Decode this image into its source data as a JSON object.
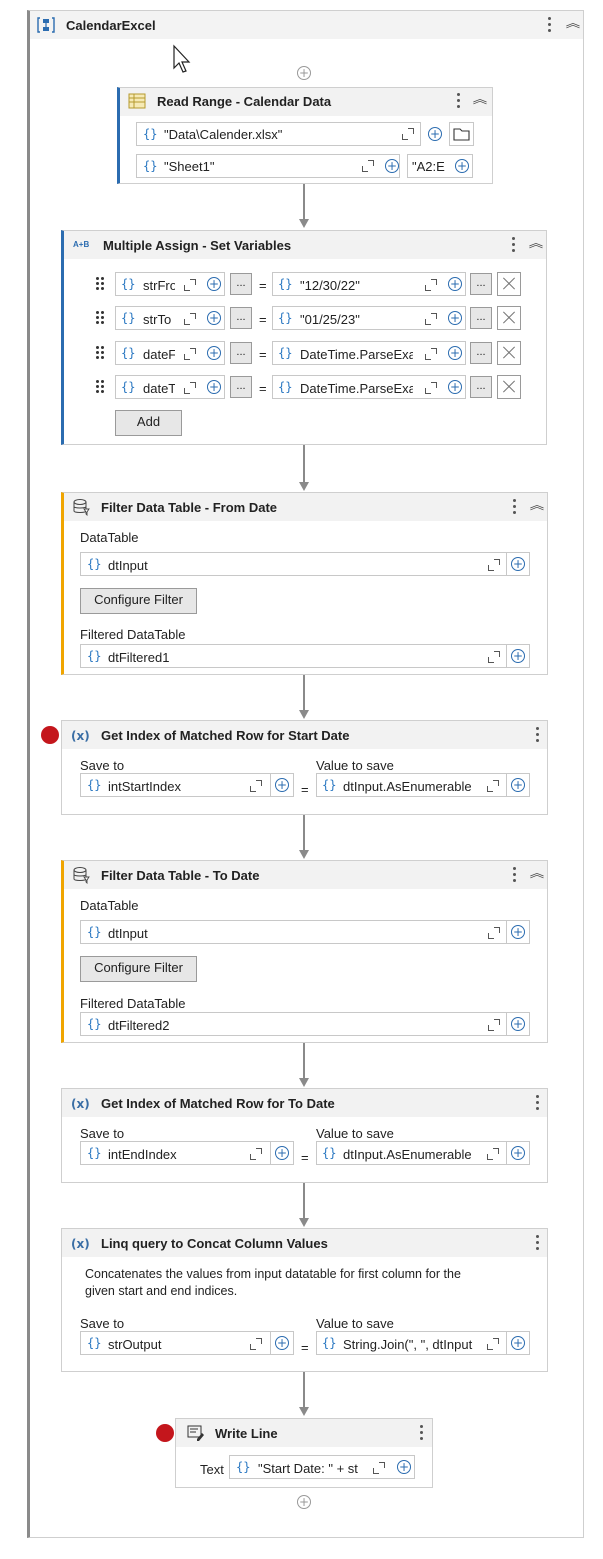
{
  "sequence": {
    "title": "CalendarExcel"
  },
  "read_range": {
    "title": "Read Range - Calendar Data",
    "workbook_path": "\"Data\\Calender.xlsx\"",
    "sheet_name": "\"Sheet1\"",
    "range": "\"A2:E"
  },
  "multiple_assign": {
    "title": "Multiple Assign - Set Variables",
    "icon_text": "A+B",
    "rows": [
      {
        "to": "strFro",
        "value": "\"12/30/22\""
      },
      {
        "to": "strTo",
        "value": "\"01/25/23\""
      },
      {
        "to": "dateF",
        "value": "DateTime.ParseExac"
      },
      {
        "to": "dateT",
        "value": "DateTime.ParseExac"
      }
    ],
    "add_label": "Add",
    "ellipsis": "...",
    "equals": "="
  },
  "filter_from": {
    "title": "Filter Data Table - From Date",
    "datatable_label": "DataTable",
    "datatable_value": "dtInput",
    "configure_label": "Configure Filter",
    "output_label": "Filtered DataTable",
    "output_value": "dtFiltered1"
  },
  "index_start": {
    "title": "Get Index of Matched Row for Start Date",
    "save_to_label": "Save to",
    "save_to_value": "intStartIndex",
    "value_label": "Value to save",
    "value_value": "dtInput.AsEnumerable"
  },
  "filter_to": {
    "title": "Filter Data Table - To Date",
    "datatable_label": "DataTable",
    "datatable_value": "dtInput",
    "configure_label": "Configure Filter",
    "output_label": "Filtered DataTable",
    "output_value": "dtFiltered2"
  },
  "index_end": {
    "title": "Get Index of Matched Row for To Date",
    "save_to_label": "Save to",
    "save_to_value": "intEndIndex",
    "value_label": "Value to save",
    "value_value": "dtInput.AsEnumerable"
  },
  "linq": {
    "title": "Linq query to Concat Column Values",
    "description_line1": "Concatenates the values from input datatable for first column for the",
    "description_line2": "given start and end indices.",
    "save_to_label": "Save to",
    "save_to_value": "strOutput",
    "value_label": "Value to save",
    "value_value": "String.Join(\", \", dtInput"
  },
  "write_line": {
    "title": "Write Line",
    "text_label": "Text",
    "text_value": "\"Start Date: \" + st"
  },
  "common": {
    "brace": "{}",
    "plus": "+",
    "expr_icon": "(x)",
    "equals": "="
  },
  "colors": {
    "breakpoint": "#c4161c",
    "selection_bar": "#2b6cb0",
    "warning_bar": "#f0a500",
    "brace_blue": "#2b78c2"
  },
  "icons": [
    "sequence-icon",
    "excel-read-icon",
    "assign-icon",
    "filter-table-icon",
    "expression-icon",
    "write-line-icon",
    "expand-icon",
    "plus-circle-icon",
    "folder-icon",
    "more-icon",
    "collapse-icon",
    "drag-handle-icon",
    "delete-icon",
    "breakpoint-icon",
    "mouse-cursor-icon"
  ]
}
